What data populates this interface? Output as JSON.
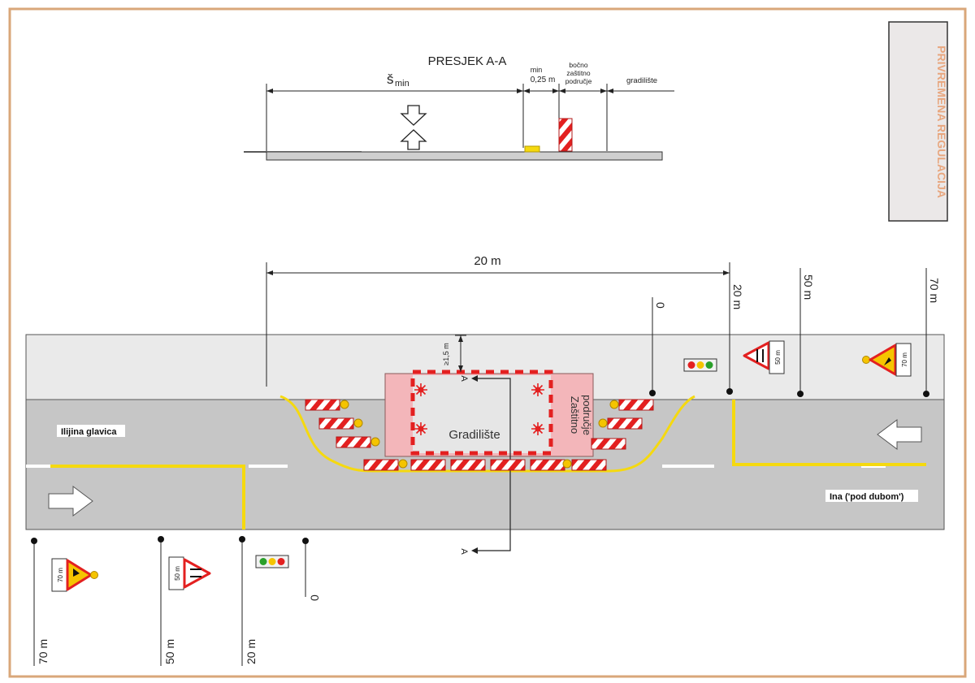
{
  "section": {
    "title": "PRESJEK A-A",
    "width_symbol": "š",
    "width_subscript": "min",
    "min_clearance_line1": "min",
    "min_clearance_line2": "0,25 m",
    "side_zone_line1": "bočno",
    "side_zone_line2": "zaštitno",
    "side_zone_line3": "područje",
    "worksite": "gradilište"
  },
  "side_panel": {
    "label": "PRIVREMENA REGULACIJA"
  },
  "plan": {
    "span_label": "20 m",
    "clearance_label": "≥1,5 m",
    "worksite_label": "Gradilište",
    "protective_zone_line1": "Zaštitno",
    "protective_zone_line2": "područje",
    "section_marker": "A",
    "left_place": "Ilijina glavica",
    "right_place": "Ina ('pod dubom')",
    "top_distances": {
      "d0": "0",
      "d20": "20 m",
      "d50": "50 m",
      "d70": "70 m"
    },
    "bottom_distances": {
      "d0": "0",
      "d20": "20 m",
      "d50": "50 m",
      "d70": "70 m"
    },
    "sign_50": "50 m",
    "sign_70": "70 m"
  },
  "colors": {
    "border": "#d9a77a",
    "panel_text": "#e8a67e",
    "road": "#c6c6c6",
    "sidewalk": "#eaeaea",
    "yellow": "#f5d90f",
    "red": "#e32020",
    "worksite": "#f3b6ba"
  }
}
